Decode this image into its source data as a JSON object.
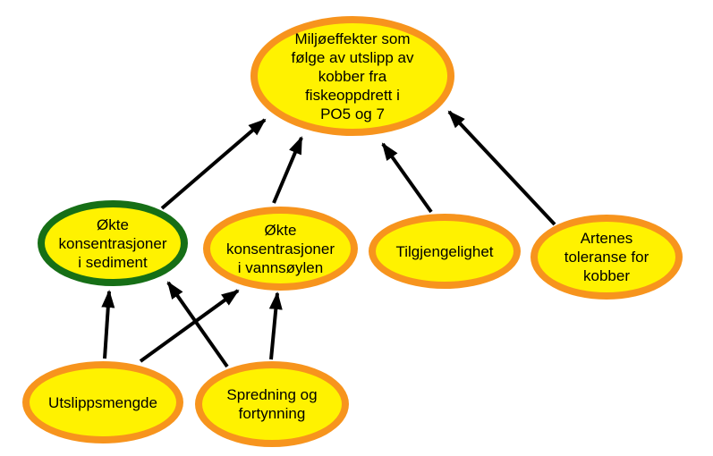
{
  "diagram": {
    "type": "concept-map",
    "language": "Norwegian",
    "colors": {
      "node_fill": "#FFF200",
      "border_orange": "#F7941D",
      "border_green": "#166F16",
      "arrow_color": "#000000",
      "text_color": "#000000",
      "page_bg": "#FFFFFF"
    },
    "nodes": [
      {
        "id": "miljoeffekter",
        "label": "Miljøeffekter som\nfølge av utslipp av\nkobber fra\nfiskeoppdrett i\nPO5 og 7",
        "border": "orange"
      },
      {
        "id": "sediment",
        "label": "Økte\nkonsentrasjoner\ni sediment",
        "border": "green"
      },
      {
        "id": "vannsoylen",
        "label": "Økte\nkonsentrasjoner\ni vannsøylen",
        "border": "orange"
      },
      {
        "id": "tilgjengelighet",
        "label": "Tilgjengelighet",
        "border": "orange"
      },
      {
        "id": "artenes",
        "label": "Artenes\ntoleranse for\nkobber",
        "border": "orange"
      },
      {
        "id": "utslippsmengde",
        "label": "Utslippsmengde",
        "border": "orange"
      },
      {
        "id": "spredning",
        "label": "Spredning og\nfortynning",
        "border": "orange"
      }
    ],
    "edges": [
      {
        "from": "sediment",
        "to": "miljoeffekter"
      },
      {
        "from": "vannsoylen",
        "to": "miljoeffekter"
      },
      {
        "from": "tilgjengelighet",
        "to": "miljoeffekter"
      },
      {
        "from": "artenes",
        "to": "miljoeffekter"
      },
      {
        "from": "utslippsmengde",
        "to": "sediment"
      },
      {
        "from": "utslippsmengde",
        "to": "vannsoylen"
      },
      {
        "from": "spredning",
        "to": "sediment"
      },
      {
        "from": "spredning",
        "to": "vannsoylen"
      }
    ]
  }
}
